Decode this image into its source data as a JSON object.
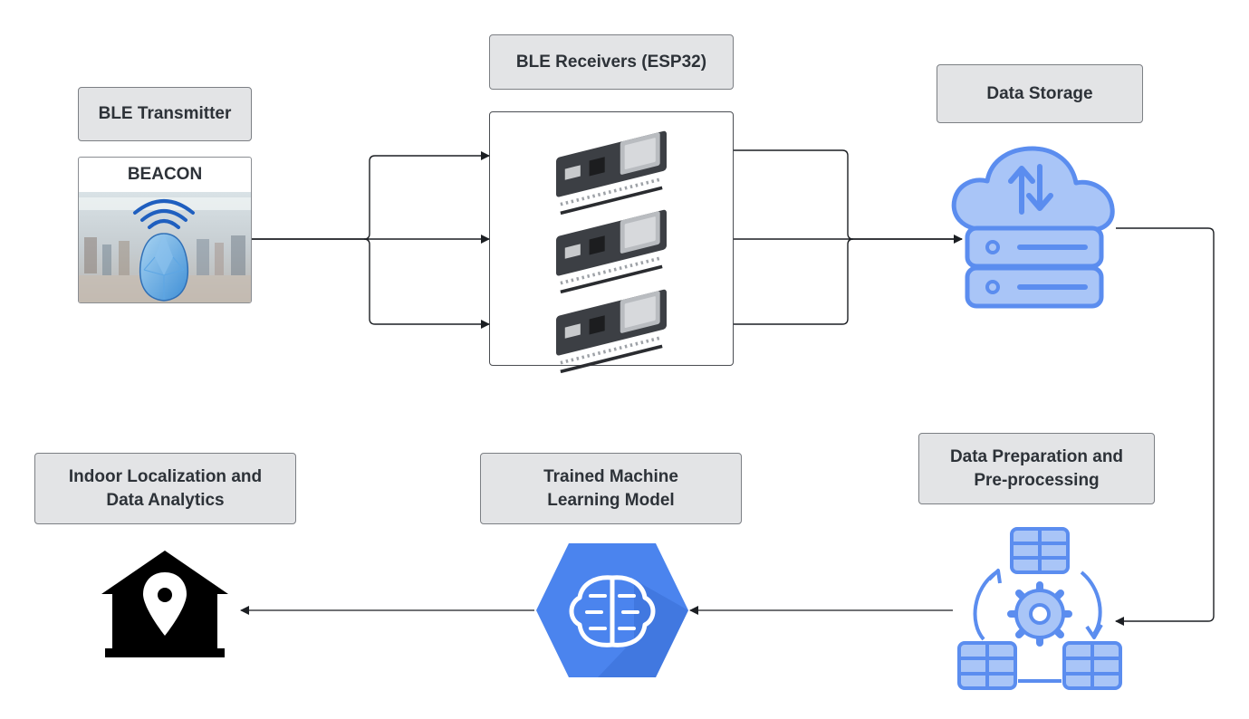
{
  "nodes": {
    "transmitter": {
      "title": "BLE Transmitter",
      "card_title": "BEACON"
    },
    "receivers": {
      "title": "BLE Receivers (ESP32)"
    },
    "storage": {
      "title": "Data Storage"
    },
    "preprocessing": {
      "title_line1": "Data Preparation and",
      "title_line2": "Pre-processing"
    },
    "model": {
      "title_line1": "Trained Machine",
      "title_line2": "Learning Model"
    },
    "localization": {
      "title_line1": "Indoor Localization and",
      "title_line2": "Data Analytics"
    }
  },
  "icons": {
    "beacon": "beacon-device-icon",
    "esp32": "esp32-board-icon",
    "storage": "cloud-server-icon",
    "preprocessing": "data-processing-cycle-icon",
    "model": "brain-chip-icon",
    "localization": "home-location-icon"
  },
  "colors": {
    "label_fill": "#e3e4e6",
    "label_border": "#7c7f84",
    "accent_blue": "#5b8def",
    "light_blue": "#a9c5f7",
    "model_blue": "#4b84ee",
    "house_black": "#000000"
  }
}
